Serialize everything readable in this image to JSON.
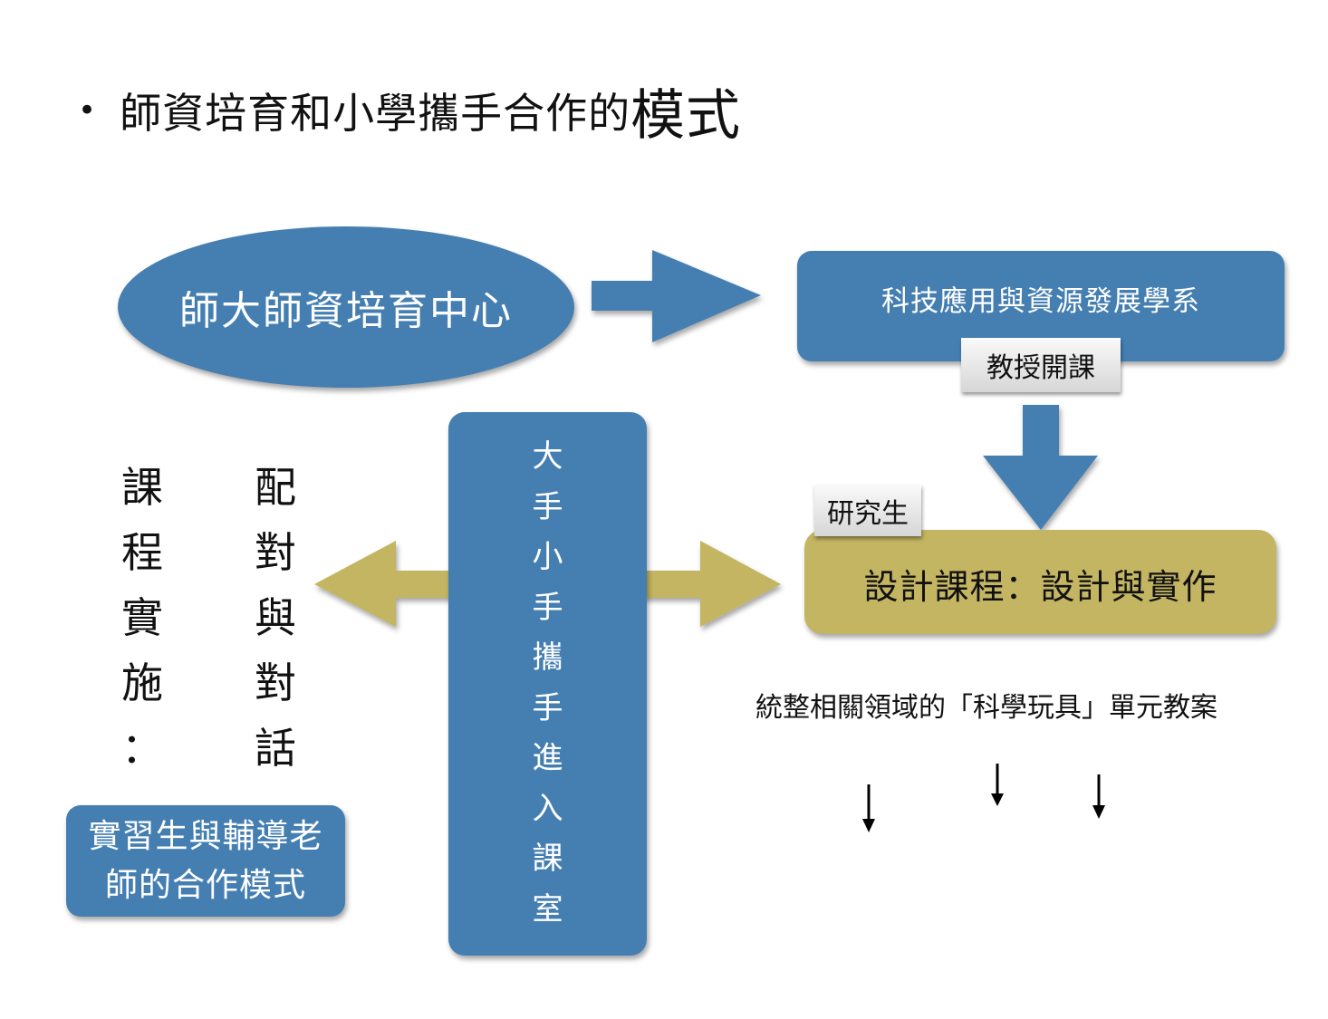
{
  "title": {
    "bullet": "•",
    "text_main": "師資培育和小學攜手合作的",
    "text_emphasis": "模式"
  },
  "nodes": {
    "center_ellipse": "師大師資培育中心",
    "department": "科技應用與資源發展學系",
    "professor_tag": "教授開課",
    "grad_student_tag": "研究生",
    "design_box": "設計課程：設計與實作",
    "vertical_box_chars": [
      "大",
      "手",
      "小",
      "手",
      "攜",
      "手",
      "進",
      "入",
      "課",
      "室"
    ],
    "left_column_chars": [
      "課",
      "程",
      "實",
      "施",
      "："
    ],
    "right_column_chars": [
      "配",
      "對",
      "與",
      "對",
      "話"
    ],
    "intern_box_lines": [
      "實習生與輔導老",
      "師的合作模式"
    ],
    "lesson_plan_text": "統整相關領域的「科學玩具」單元教案"
  },
  "colors": {
    "blue": "#457fb2",
    "olive": "#c3b562",
    "tag_grey": "#e6e6e6",
    "text_dark": "#111111",
    "text_light": "#ffffff"
  },
  "icons": {
    "right_arrow": "block-arrow-right",
    "down_arrow": "block-arrow-down",
    "double_arrow": "double-headed-arrow-horizontal",
    "small_arrows": [
      "arrow-down",
      "arrow-down",
      "arrow-down"
    ]
  }
}
